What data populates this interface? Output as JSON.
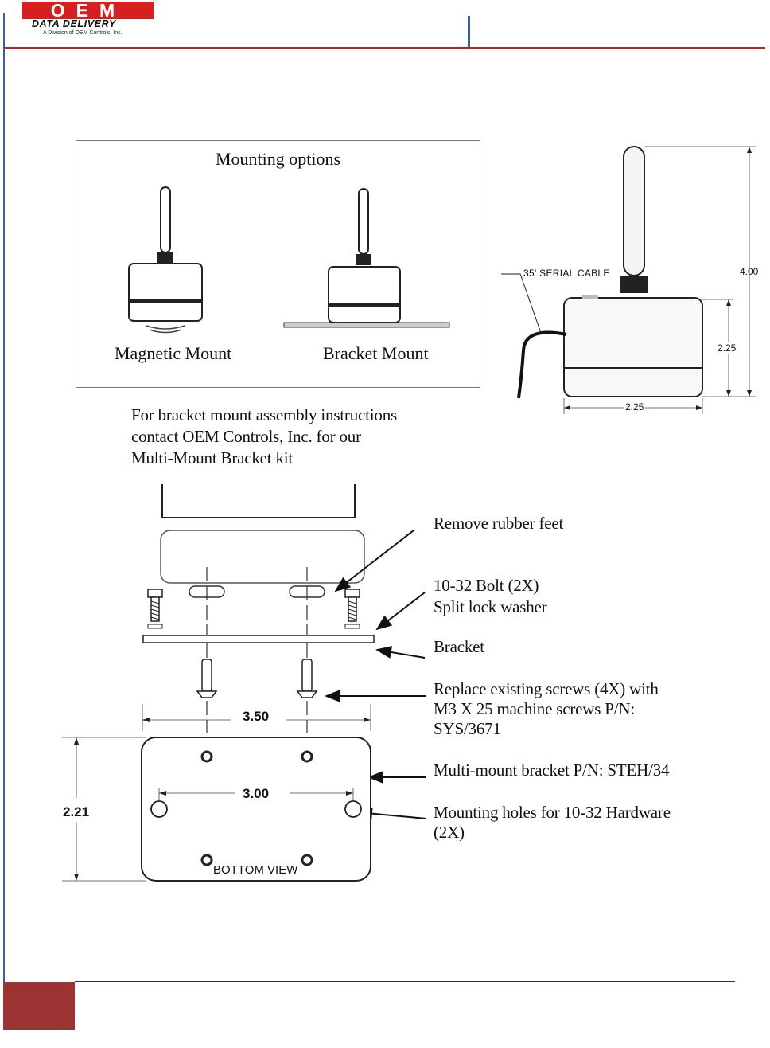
{
  "header": {
    "logo_word": "OEM",
    "tagline": "DATA DELIVERY",
    "subtitle": "A Division of OEM Controls, Inc."
  },
  "mounting_box": {
    "title": "Mounting options",
    "magnetic_label": "Magnetic Mount",
    "bracket_label": "Bracket Mount"
  },
  "side_view": {
    "cable_label": "35' SERIAL CABLE",
    "height_total": "4.00",
    "height_body": "2.25",
    "width_body": "2.25"
  },
  "instructions": {
    "line1": "For bracket mount assembly instructions",
    "line2": "contact OEM Controls, Inc. for our",
    "line3": "Multi-Mount Bracket kit"
  },
  "callouts": {
    "rubber_feet": "Remove rubber feet",
    "bolt_line1": "10-32 Bolt (2X)",
    "bolt_line2": "Split lock washer",
    "bracket": "Bracket",
    "screws_line1": "Replace existing screws (4X) with",
    "screws_line2": "M3 X 25 machine screws P/N:",
    "screws_line3": "SYS/3671",
    "multimount": "Multi-mount bracket P/N: STEH/34",
    "holes_line1": "Mounting holes for 10-32 Hardware",
    "holes_line2": "(2X)"
  },
  "bottom_view": {
    "width_outer": "3.50",
    "width_holes": "3.00",
    "height": "2.21",
    "label": "BOTTOM VIEW"
  },
  "colors": {
    "brand_red": "#d42020",
    "rule_blue": "#3b5f8f",
    "rule_red": "#a03030",
    "footer_block": "#9b3333"
  }
}
